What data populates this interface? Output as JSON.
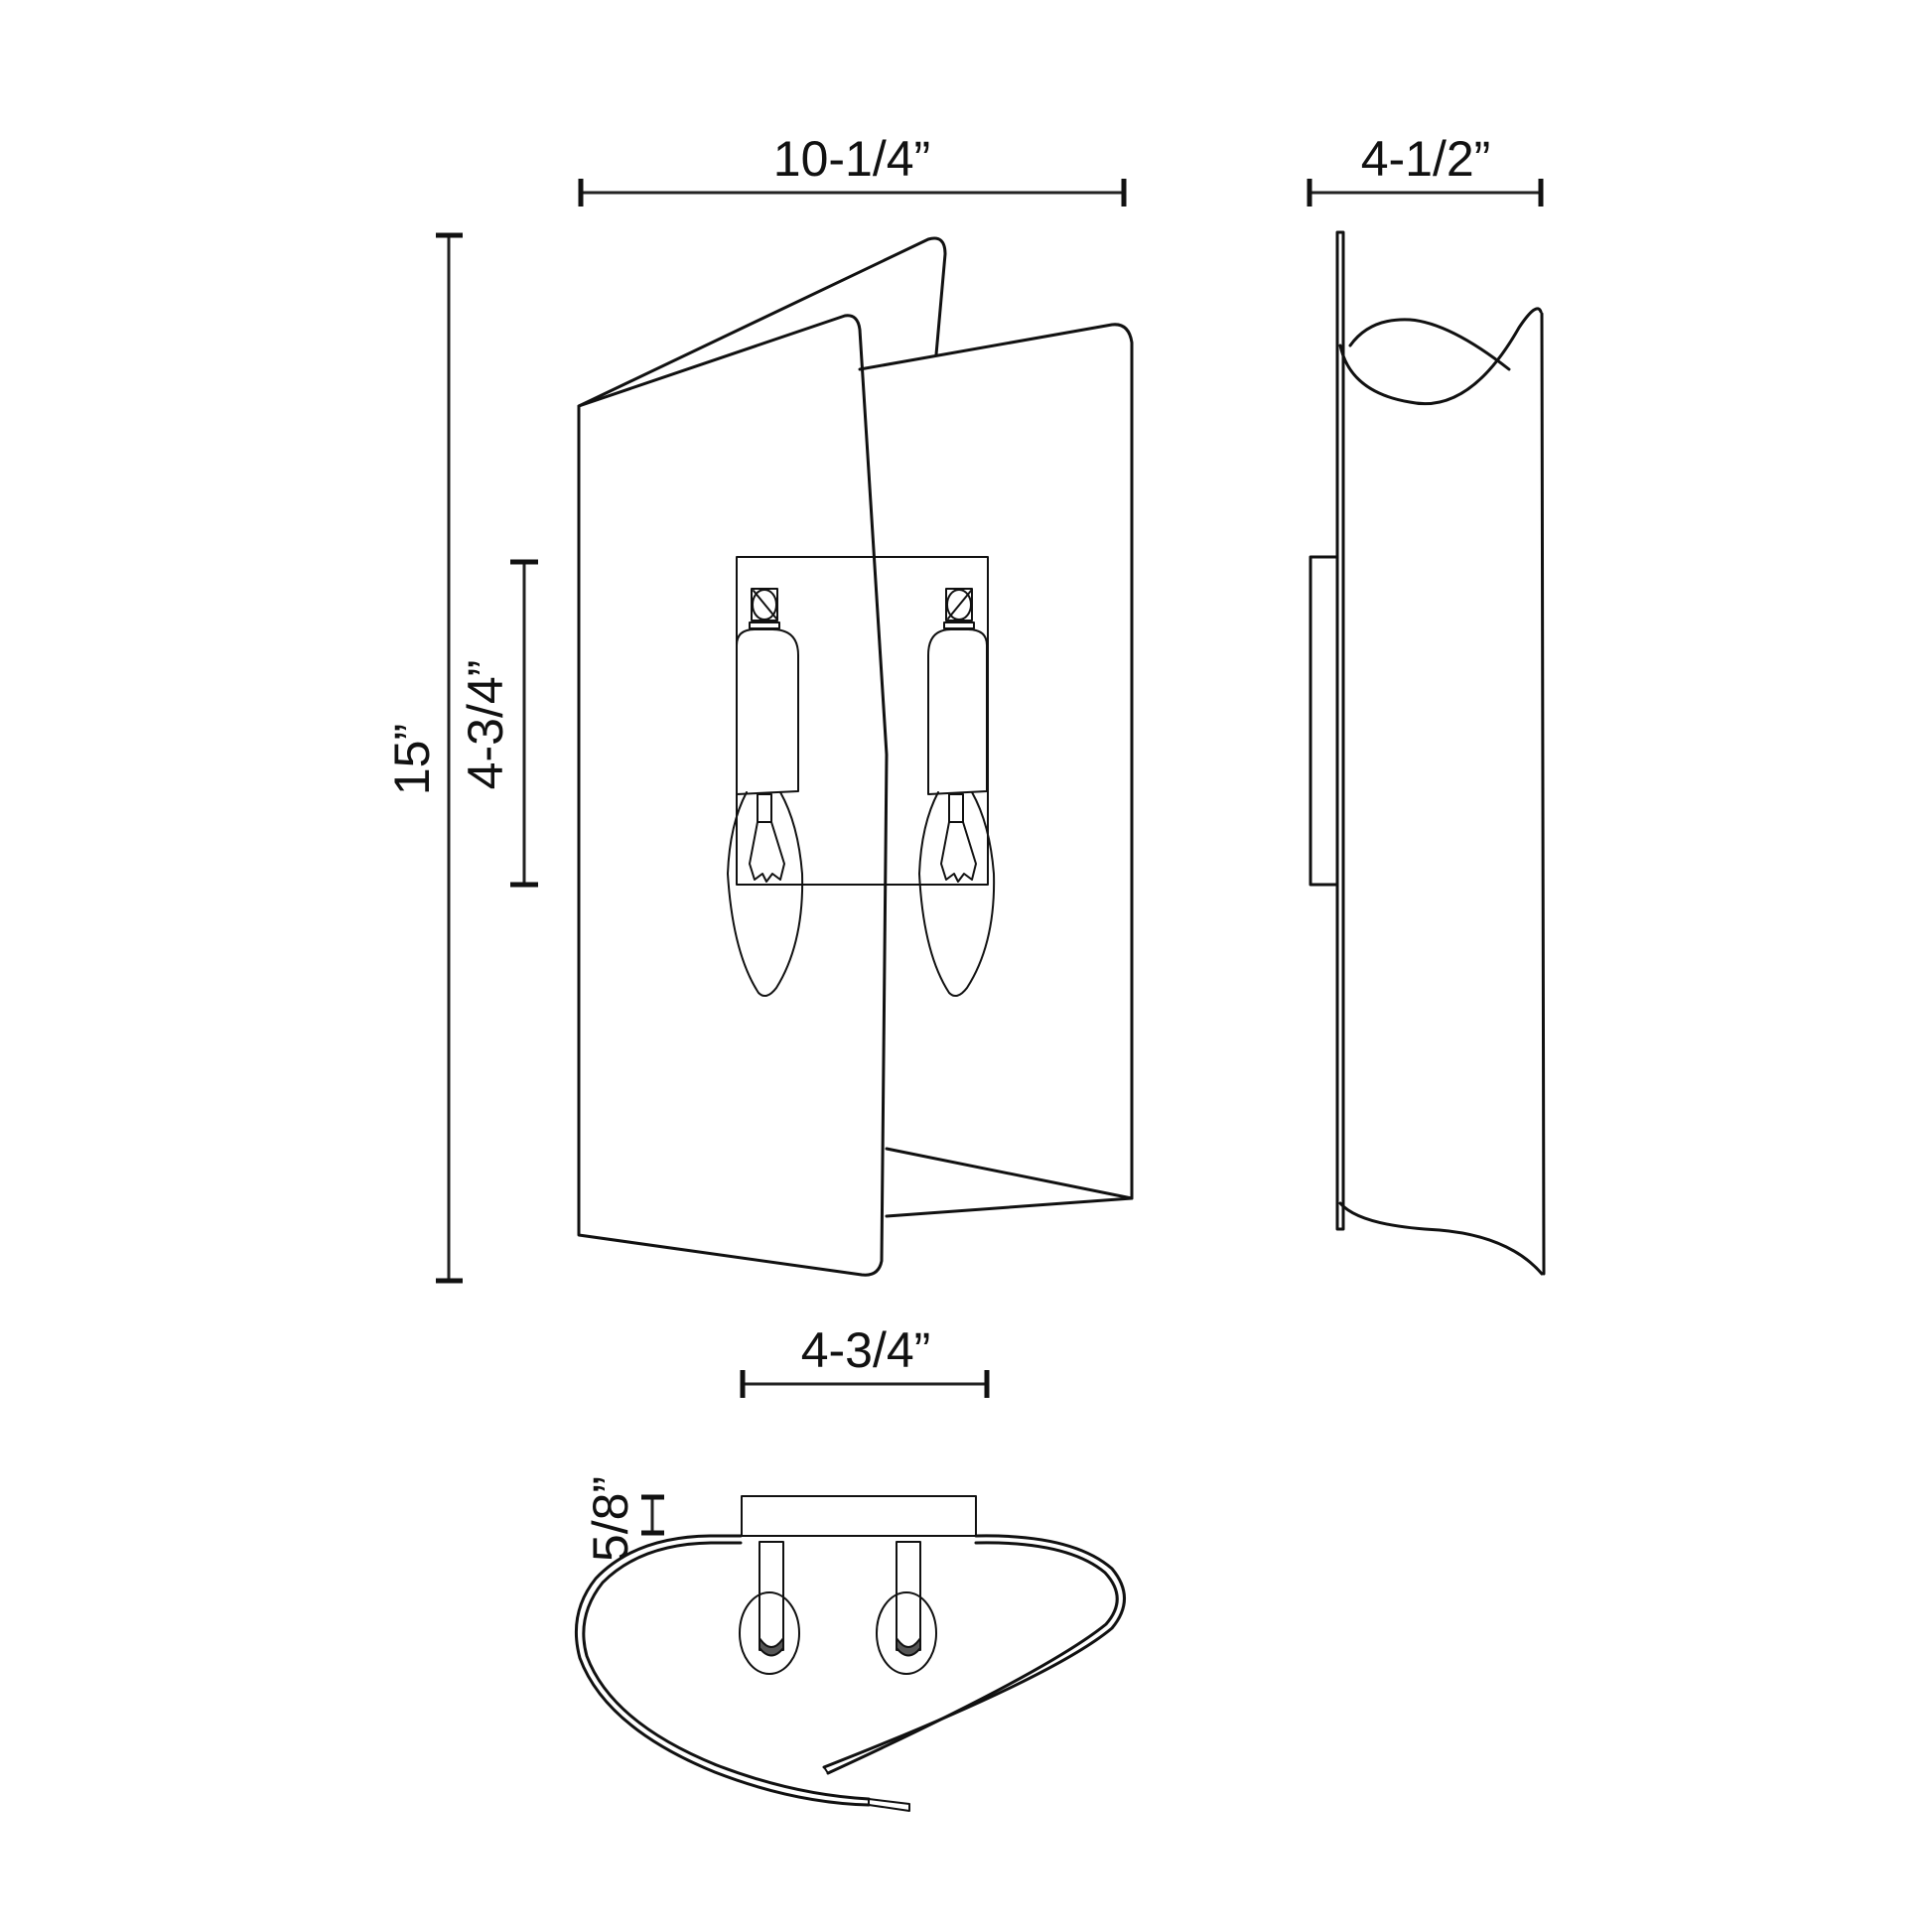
{
  "drawing": {
    "subject": "Two-light wall sconce dimension drawing",
    "colors": {
      "line": "#111111",
      "background": "#ffffff"
    },
    "views": {
      "front": {
        "name": "Front view"
      },
      "side": {
        "name": "Side view"
      },
      "top": {
        "name": "Top view"
      }
    },
    "dimensions": {
      "overall_width": {
        "label": "10-1/4”",
        "value_in": 10.25
      },
      "overall_depth": {
        "label": "4-1/2”",
        "value_in": 4.5
      },
      "overall_height": {
        "label": "15”",
        "value_in": 15
      },
      "backplate_height": {
        "label": "4-3/4”",
        "value_in": 4.75
      },
      "backplate_width": {
        "label": "4-3/4”",
        "value_in": 4.75
      },
      "backplate_depth": {
        "label": "5/8”",
        "value_in": 0.625
      }
    },
    "components": {
      "bulbs": 2,
      "bulb_type": "candelabra",
      "shade": "folded metal panel"
    }
  }
}
